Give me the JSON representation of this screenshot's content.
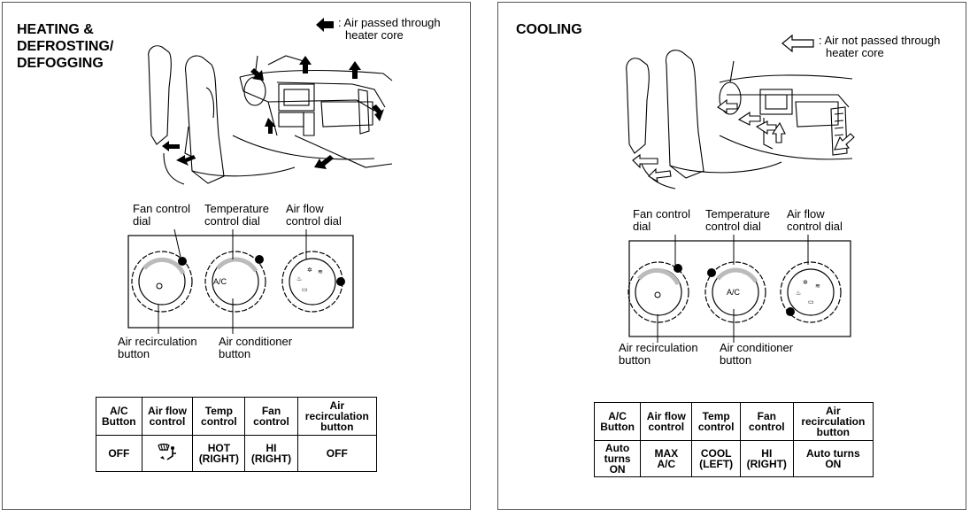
{
  "panels": [
    {
      "title": [
        "HEATING &",
        "DEFROSTING/",
        "DEFOGGING"
      ],
      "legend_lines": [
        ": Air passed through",
        "heater core"
      ],
      "legend_arrow": "filled-arrow",
      "labels": {
        "fan_dial": [
          "Fan control",
          "dial"
        ],
        "temp_dial": [
          "Temperature",
          "control dial"
        ],
        "airflow_dial": [
          "Air flow",
          "control dial"
        ],
        "recirc_button": [
          "Air recirculation",
          "button"
        ],
        "ac_button": [
          "Air conditioner",
          "button"
        ]
      },
      "dial_text": "A/C",
      "table": {
        "headers": [
          [
            "A/C",
            "Button"
          ],
          [
            "Air flow",
            "control"
          ],
          [
            "Temp",
            "control"
          ],
          [
            "Fan",
            "control"
          ],
          [
            "Air",
            "recirculation",
            "button"
          ]
        ],
        "row": [
          [
            "OFF"
          ],
          [
            "defrost-floor-icon"
          ],
          [
            "HOT",
            "(RIGHT)"
          ],
          [
            "HI",
            "(RIGHT)"
          ],
          [
            "OFF"
          ]
        ]
      }
    },
    {
      "title": [
        "COOLING"
      ],
      "legend_lines": [
        ": Air not passed through",
        "heater core"
      ],
      "legend_arrow": "outline-arrow",
      "labels": {
        "fan_dial": [
          "Fan control",
          "dial"
        ],
        "temp_dial": [
          "Temperature",
          "control dial"
        ],
        "airflow_dial": [
          "Air flow",
          "control dial"
        ],
        "recirc_button": [
          "Air recirculation",
          "button"
        ],
        "ac_button": [
          "Air conditioner",
          "button"
        ]
      },
      "dial_text": "A/C",
      "table": {
        "headers": [
          [
            "A/C",
            "Button"
          ],
          [
            "Air flow",
            "control"
          ],
          [
            "Temp",
            "control"
          ],
          [
            "Fan",
            "control"
          ],
          [
            "Air",
            "recirculation",
            "button"
          ]
        ],
        "row": [
          [
            "Auto",
            "turns",
            "ON"
          ],
          [
            "MAX",
            "A/C"
          ],
          [
            "COOL",
            "(LEFT)"
          ],
          [
            "HI",
            "(RIGHT)"
          ],
          [
            "Auto turns",
            "ON"
          ]
        ]
      }
    }
  ]
}
